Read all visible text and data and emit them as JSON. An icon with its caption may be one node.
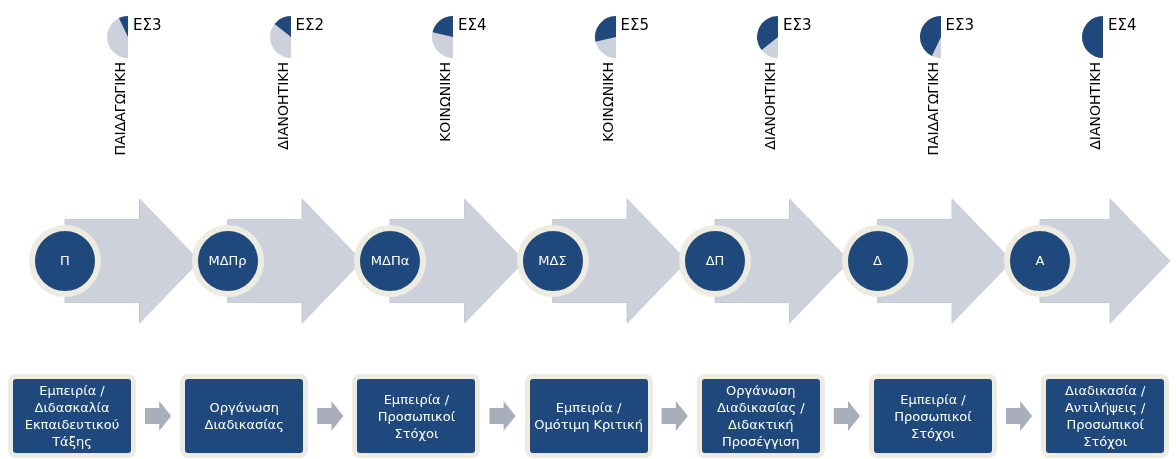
{
  "diagram": {
    "nodes": [
      {
        "text": [
          "Π"
        ]
      },
      {
        "text": [
          "ΜΔΠρ"
        ]
      },
      {
        "text": [
          "ΜΔΠα"
        ]
      },
      {
        "text": [
          "ΜΔΣ"
        ]
      },
      {
        "text": [
          "ΔΠ"
        ]
      },
      {
        "text": [
          "Δ"
        ]
      },
      {
        "text": [
          "Α"
        ]
      },
      {
        "text": [
          "Εμπειρία /Διδασκαλία Εκπαιδευτικού Τάξης"
        ]
      },
      {
        "text": [
          "Οργάνωση Διαδικασίας"
        ]
      },
      {
        "text": [
          "Εμπειρία /Προσωπικοί Στόχοι"
        ]
      },
      {
        "text": [
          "Εμπειρία /Ομότιμη Κριτική"
        ]
      },
      {
        "text": [
          "Οργάνωση Διαδικασίας /Διδακτική Προσέγγιση"
        ]
      },
      {
        "text": [
          "Εμπειρία /Προσωπικοί Στόχοι"
        ]
      },
      {
        "text": [
          "Διαδικασία /Αντιλήψεις /Προσωπικοί Στόχοι"
        ]
      }
    ],
    "edges": [
      {
        "from": 0,
        "to": 1,
        "arrow": "to",
        "style": "thick"
      },
      {
        "from": 1,
        "to": 2,
        "arrow": "to",
        "style": "thick"
      },
      {
        "from": 2,
        "to": 3,
        "arrow": "to",
        "style": "thick"
      },
      {
        "from": 3,
        "to": 4,
        "arrow": "to",
        "style": "thick"
      },
      {
        "from": 4,
        "to": 5,
        "arrow": "to",
        "style": "thick"
      },
      {
        "from": 5,
        "to": 6,
        "arrow": "to",
        "style": "thick"
      },
      {
        "from": 6,
        "to": null,
        "arrow": "to",
        "style": "thick"
      },
      {
        "from": 7,
        "to": 8,
        "arrow": "to"
      },
      {
        "from": 8,
        "to": 9,
        "arrow": "to"
      },
      {
        "from": 9,
        "to": 10,
        "arrow": "to"
      },
      {
        "from": 10,
        "to": 11,
        "arrow": "to"
      },
      {
        "from": 11,
        "to": 12,
        "arrow": "to"
      },
      {
        "from": 12,
        "to": 13,
        "arrow": "to"
      }
    ],
    "labels": [
      "ΕΣ3",
      "ΠΑΙΔΑΓΩΓΙΚΗ",
      "ΕΣ2",
      "ΔΙΑΝΟΗΤΙΚΗ",
      "ΕΣ4",
      "ΚΟΙΝΩΝΙΚΗ",
      "ΕΣ5",
      "ΚΟΙΝΩΝΙΚΗ",
      "ΕΣ3",
      "ΔΙΑΝΟΗΤΙΚΗ",
      "ΕΣ3",
      "ΠΑΙΔΑΓΩΓΙΚΗ",
      "ΕΣ4",
      "ΔΙΑΝΟΗΤΙΚΗ"
    ]
  }
}
